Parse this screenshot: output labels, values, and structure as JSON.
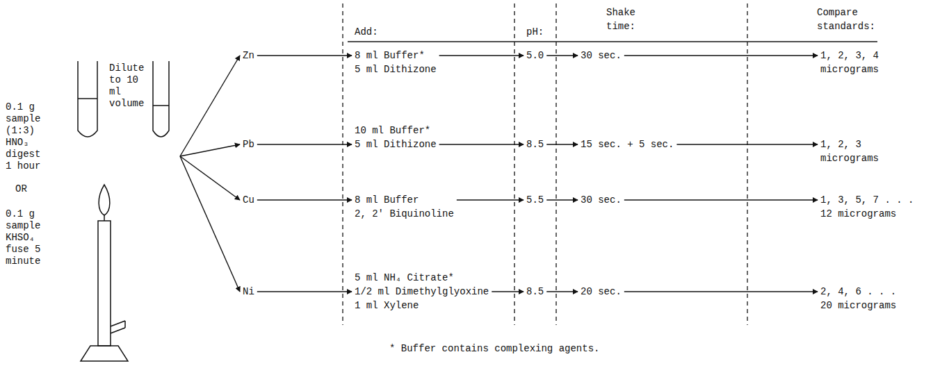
{
  "diagram": {
    "nodes": [
      {
        "text": [
          "0.1 g sample (1:3) HNO₃ digest 1 hour"
        ]
      },
      {
        "text": [
          "Dilute to 10 ml volume"
        ]
      },
      {
        "text": [
          "0.1 g sample KHSO₄ fuse 5 minute"
        ]
      },
      {
        "text": [
          "Zn"
        ]
      },
      {
        "text": [
          "Pb"
        ]
      },
      {
        "text": [
          "Cu"
        ]
      },
      {
        "text": [
          "Ni"
        ]
      },
      {
        "text": [
          "8 ml Buffer*",
          "5 ml Dithizone"
        ]
      },
      {
        "text": [
          "10 ml Buffer*",
          "5 ml Dithizone"
        ]
      },
      {
        "text": [
          "8 ml Buffer",
          "2, 2' Biquinoline"
        ]
      },
      {
        "text": [
          "5 ml NH₄ Citrate*",
          "1/2 ml Dimethylglyoxine",
          "1 ml Xylene"
        ]
      },
      {
        "text": [
          "5.0"
        ]
      },
      {
        "text": [
          "8.5"
        ]
      },
      {
        "text": [
          "5.5"
        ]
      },
      {
        "text": [
          "8.5"
        ]
      },
      {
        "text": [
          "30 sec."
        ]
      },
      {
        "text": [
          "15 sec. + 5 sec."
        ]
      },
      {
        "text": [
          "30 sec."
        ]
      },
      {
        "text": [
          "20 sec."
        ]
      },
      {
        "text": [
          "1, 2, 3, 4",
          "micrograms"
        ]
      },
      {
        "text": [
          "1, 2, 3",
          "micrograms"
        ]
      },
      {
        "text": [
          "1, 3, 5, 7 . . .",
          "12 micrograms"
        ]
      },
      {
        "text": [
          "2, 4, 6 . . .",
          "20 micrograms"
        ]
      }
    ],
    "edges": [
      {
        "from": 1,
        "to": 3,
        "arrow": "to"
      },
      {
        "from": 1,
        "to": 4,
        "arrow": "to"
      },
      {
        "from": 1,
        "to": 5,
        "arrow": "to"
      },
      {
        "from": 1,
        "to": 6,
        "arrow": "to"
      },
      {
        "from": 3,
        "to": 7,
        "arrow": "to"
      },
      {
        "from": 7,
        "to": 11,
        "arrow": "to"
      },
      {
        "from": 11,
        "to": 15,
        "arrow": "to"
      },
      {
        "from": 15,
        "to": 19,
        "arrow": "to"
      },
      {
        "from": 4,
        "to": 8,
        "arrow": "to"
      },
      {
        "from": 8,
        "to": 12,
        "arrow": "to"
      },
      {
        "from": 12,
        "to": 16,
        "arrow": "to"
      },
      {
        "from": 16,
        "to": 20,
        "arrow": "to"
      },
      {
        "from": 5,
        "to": 9,
        "arrow": "to"
      },
      {
        "from": 9,
        "to": 13,
        "arrow": "to"
      },
      {
        "from": 13,
        "to": 17,
        "arrow": "to"
      },
      {
        "from": 17,
        "to": 21,
        "arrow": "to"
      },
      {
        "from": 6,
        "to": 10,
        "arrow": "to"
      },
      {
        "from": 10,
        "to": 14,
        "arrow": "to"
      },
      {
        "from": 14,
        "to": 18,
        "arrow": "to"
      },
      {
        "from": 18,
        "to": 22,
        "arrow": "to"
      }
    ],
    "labels": [
      "Add:",
      "pH:",
      "Shake time:",
      "Compare standards:",
      "OR",
      "* Buffer contains complexing agents."
    ]
  }
}
